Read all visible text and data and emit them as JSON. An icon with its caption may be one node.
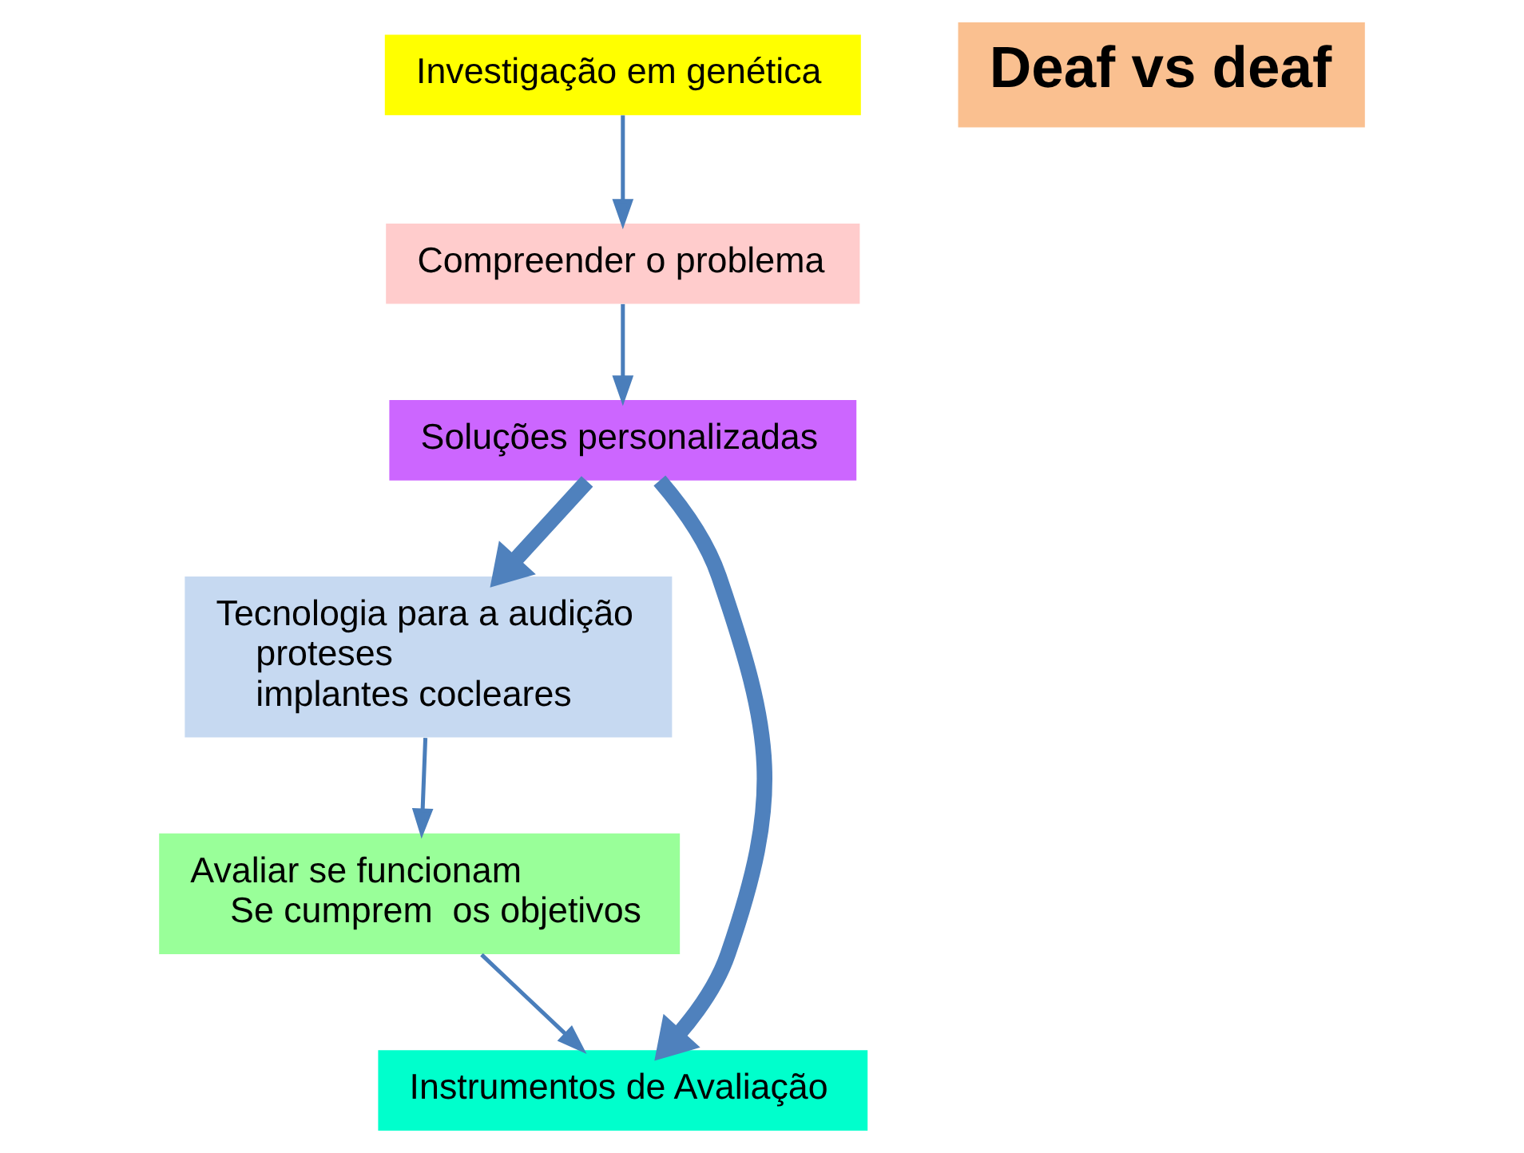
{
  "diagram": {
    "nodes": [
      {
        "text": [
          "Tecnologia para a audição",
          "proteses",
          "implantes cocleares"
        ]
      },
      {
        "text": [
          "Avaliar se funcionam",
          "Se cumprem  os objetivos"
        ]
      },
      {
        "text": [
          "Instrumentos de Avaliação"
        ]
      },
      {
        "text": [
          "Investigação em genética"
        ]
      },
      {
        "text": [
          "Compreender o problema"
        ]
      },
      {
        "text": [
          "Soluções personalizadas"
        ]
      },
      {
        "text": [
          "Deaf vs deaf"
        ]
      }
    ],
    "edges": [
      {
        "from": 0,
        "to": 1,
        "arrow": "to"
      },
      {
        "from": 1,
        "to": 2,
        "arrow": "to"
      },
      {
        "from": 3,
        "to": 4,
        "arrow": "to"
      },
      {
        "from": 4,
        "to": 5,
        "arrow": "to"
      },
      {
        "from": 5,
        "to": 0,
        "arrow": "to",
        "style": "thick"
      },
      {
        "from": 5,
        "to": 2,
        "arrow": "to",
        "style": "thick"
      }
    ]
  }
}
